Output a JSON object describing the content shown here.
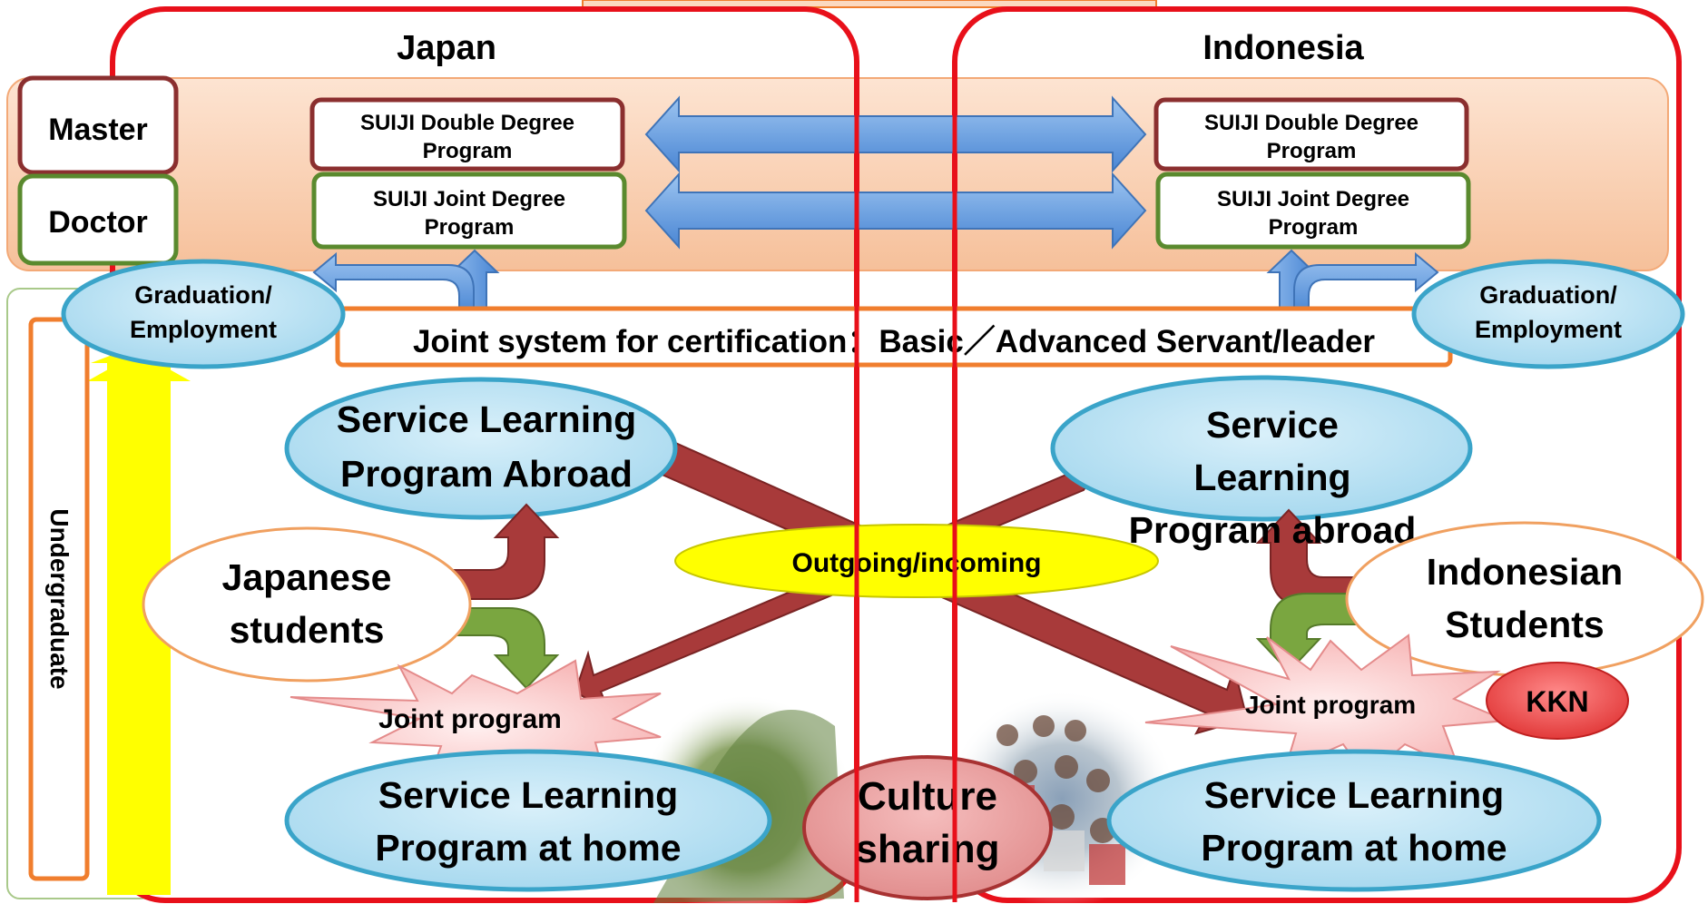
{
  "regions": {
    "japan": "Japan",
    "indonesia": "Indonesia"
  },
  "levels": {
    "master": "Master",
    "doctor": "Doctor",
    "undergraduate": "Undergraduate"
  },
  "programs": {
    "jp_double": [
      "SUIJI Double Degree",
      "Program"
    ],
    "jp_joint": [
      "SUIJI Joint Degree",
      "Program"
    ],
    "id_double": [
      "SUIJI Double Degree",
      "Program"
    ],
    "id_joint": [
      "SUIJI Joint Degree",
      "Program"
    ]
  },
  "graduation": {
    "left": [
      "Graduation/",
      "Employment"
    ],
    "right": [
      "Graduation/",
      "Employment"
    ]
  },
  "certification": "Joint system for certification：Basic／Advanced Servant/leader",
  "service_abroad": {
    "japan": [
      "Service Learning",
      "Program Abroad"
    ],
    "indonesia": [
      "Service",
      "Learning",
      "Program abroad"
    ]
  },
  "outgoing": "Outgoing/incoming",
  "students": {
    "japanese": [
      "Japanese",
      "students"
    ],
    "indonesian": [
      "Indonesian",
      "Students"
    ]
  },
  "joint_program": {
    "japan": "Joint program",
    "indonesia": "Joint program"
  },
  "kkn": "KKN",
  "service_home": {
    "japan": [
      "Service Learning",
      "Program at home"
    ],
    "indonesia": [
      "Service Learning",
      "Program at home"
    ]
  },
  "culture": [
    "Culture",
    "sharing"
  ],
  "colors": {
    "frame_red": "#e8101a",
    "orange_band": "#f9d2b5",
    "orange_border": "#f07e2e",
    "ellipse_fill": "#b7e1f2",
    "ellipse_border": "#3aa4c9",
    "yellow": "#ffff00",
    "dark_red_arrow": "#a83a3a",
    "green_arrow": "#7aa640",
    "blue_arrow": "#5b96dc",
    "star_fill": "#fbd3d3"
  }
}
